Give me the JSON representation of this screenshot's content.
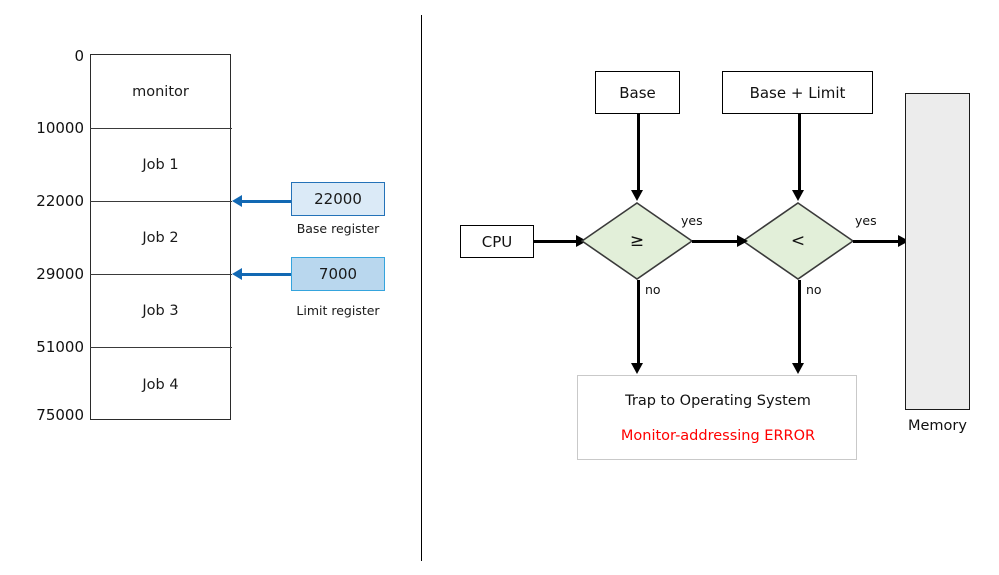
{
  "memory_map": {
    "box_label": "memory-layout",
    "segments": [
      {
        "name": "monitor",
        "start": "0",
        "end": "10000"
      },
      {
        "name": "Job 1",
        "start": "10000",
        "end": "22000"
      },
      {
        "name": "Job 2",
        "start": "22000",
        "end": "29000"
      },
      {
        "name": "Job 3",
        "start": "29000",
        "end": "51000"
      },
      {
        "name": "Job 4",
        "start": "51000",
        "end": "75000"
      }
    ],
    "addresses": [
      "0",
      "10000",
      "22000",
      "29000",
      "51000",
      "75000"
    ],
    "registers": [
      {
        "value": "22000",
        "caption": "Base register",
        "fill": "#dbeaf7",
        "border": "#2472b8"
      },
      {
        "value": "7000",
        "caption": "Limit register",
        "fill": "#b9d7ee",
        "border": "#35a4dd"
      }
    ],
    "arrow_color": "#1268b3"
  },
  "flowchart": {
    "cpu": "CPU",
    "base": "Base",
    "base_plus_limit": "Base + Limit",
    "decision_ge": "≥",
    "decision_lt": "<",
    "edge_yes_1": "yes",
    "edge_yes_2": "yes",
    "edge_no_1": "no",
    "edge_no_2": "no",
    "memory": "Memory",
    "trap_line1": "Trap to Operating System",
    "trap_line2": "Monitor-addressing ERROR",
    "decision_fill": "#e2efd9",
    "decision_border": "#3a3a3a",
    "memory_fill": "#ececec",
    "error_color": "#ff0000"
  }
}
